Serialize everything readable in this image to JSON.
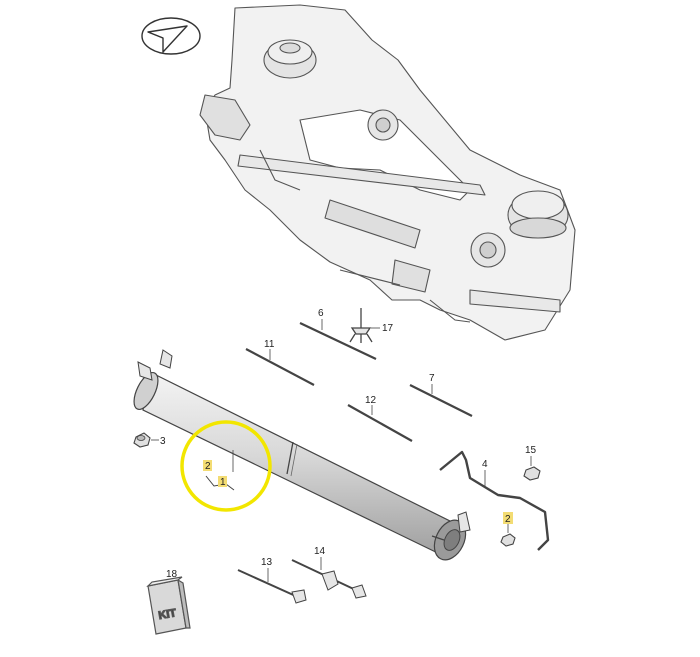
{
  "colors": {
    "line": "#444444",
    "frame_fill": "#f2f2f2",
    "part_fill": "#d9d9d9",
    "part_shade": "#bdbdbd",
    "highlight_box": "#f3dc73",
    "highlight_ring": "#f2e600"
  },
  "icons": {
    "orientation": "orientation-arrow-icon",
    "kit": "kit-box-icon"
  },
  "callouts": {
    "c1": "1",
    "c2a": "2",
    "c2b": "2",
    "c3": "3",
    "c4": "4",
    "c6": "6",
    "c7": "7",
    "c11": "11",
    "c12": "12",
    "c13": "13",
    "c14": "14",
    "c15": "15",
    "c17": "17",
    "c18": "18"
  },
  "kit_label": "KIT"
}
